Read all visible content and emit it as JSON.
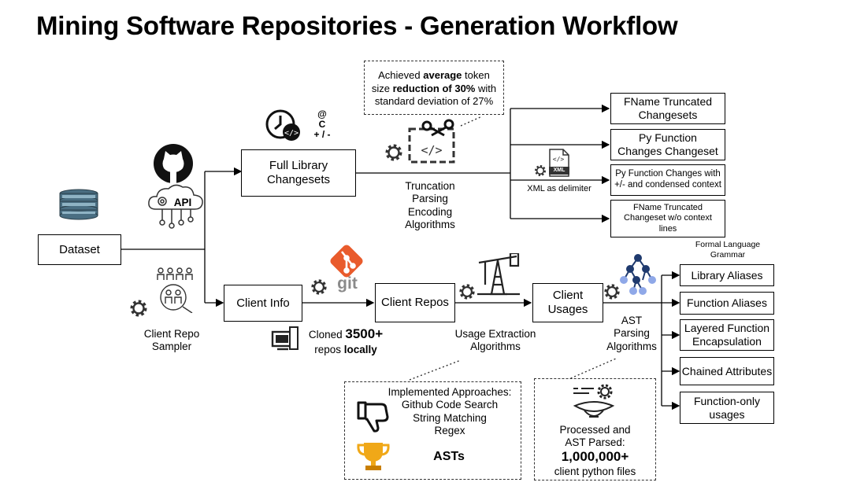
{
  "title": "Mining Software Repositories - Generation Workflow",
  "nodes": {
    "dataset": "Dataset",
    "full_library_changesets": "Full Library\nChangesets",
    "client_info": "Client Info",
    "client_repos": "Client Repos",
    "client_usages": "Client\nUsages"
  },
  "outputs_top": [
    "FName Truncated\nChangesets",
    "Py Function\nChanges Changeset",
    "Py Function Changes with\n+/- and condensed context",
    "FName Truncated\nChangeset w/o context\nlines"
  ],
  "outputs_bottom": [
    "Library Aliases",
    "Function Aliases",
    "Layered Function\nEncapsulation",
    "Chained Attributes",
    "Function-only\nusages"
  ],
  "labels": {
    "api": "API",
    "client_repo_sampler": "Client Repo\nSampler",
    "lang_symbols": "@\nC\n+ / -",
    "truncation": "Truncation\nParsing\nEncoding\nAlgorithms",
    "xml_delimiter": "XML as delimiter",
    "xml_icon": "XML",
    "git_word": "git",
    "usage_extraction": "Usage Extraction\nAlgorithms",
    "ast_parsing": "AST\nParsing\nAlgorithms",
    "formal_language": "Formal Language\nGrammar",
    "cloned_prefix": "Cloned",
    "cloned_count": "3500+",
    "cloned_repos": "repos",
    "cloned_locally": "locally"
  },
  "callout_token": {
    "line1_pre": "Achieved",
    "line1_bold": "average",
    "line1_post": "token",
    "line2_pre": "size",
    "line2_bold": "reduction of 30%",
    "line2_post": "with",
    "line3": "standard deviation of 27%"
  },
  "callout_approaches": {
    "lines": [
      "Implemented Approaches:",
      "Github Code Search",
      "String Matching",
      "Regex"
    ],
    "asts": "ASTs"
  },
  "callout_processed": {
    "line1": "Processed and",
    "line2": "AST Parsed:",
    "count": "1,000,000+",
    "line4": "client python files"
  },
  "colors": {
    "accent_orange": "#e95b2c",
    "tree_navy": "#1f3a6e",
    "tree_blue": "#8fa8e8",
    "trophy": "#f0a818",
    "icon_dark": "#333333"
  }
}
